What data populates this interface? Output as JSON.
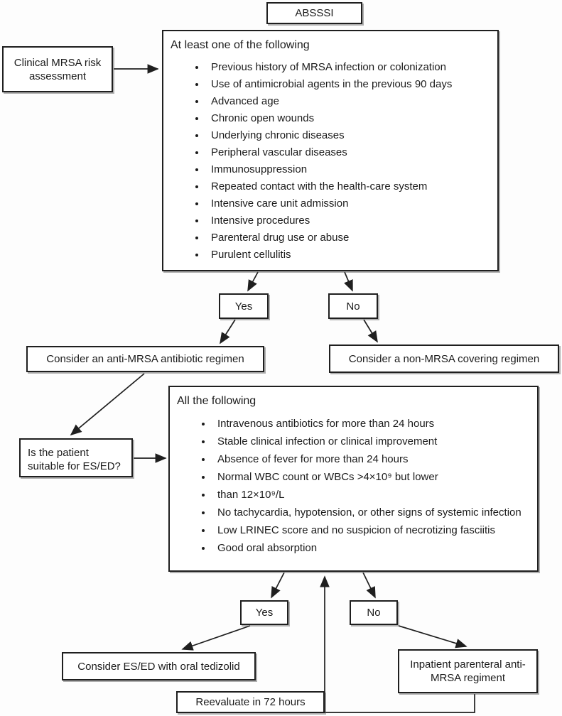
{
  "title_box": {
    "label": "ABSSSI"
  },
  "assessment_box": {
    "label": "Clinical MRSA risk assessment"
  },
  "criteria_box_1": {
    "heading": "At least one of the following",
    "items": [
      "Previous history of MRSA infection or colonization",
      "Use of antimicrobial agents in the previous 90 days",
      "Advanced age",
      "Chronic open wounds",
      "Underlying chronic diseases",
      "Peripheral vascular diseases",
      "Immunosuppression",
      "Repeated contact with the health-care system",
      "Intensive care unit admission",
      "Intensive procedures",
      "Parenteral drug use or abuse",
      "Purulent cellulitis"
    ]
  },
  "decision_1": {
    "yes": "Yes",
    "no": "No"
  },
  "anti_mrsa_box": {
    "label": "Consider an anti-MRSA antibiotic regimen"
  },
  "non_mrsa_box": {
    "label": "Consider a non-MRSA covering regimen"
  },
  "esed_question_box": {
    "label": "Is the patient suitable for ES/ED?"
  },
  "criteria_box_2": {
    "heading": "All the following",
    "items": [
      "Intravenous antibiotics for more than 24 hours",
      "Stable clinical infection or clinical improvement",
      "Absence of fever for more than 24 hours",
      "Normal WBC count or WBCs >4×10⁹ but lower",
      "than 12×10⁹/L",
      "No tachycardia, hypotension, or other signs of systemic infection",
      "Low LRINEC score and no suspicion of necrotizing fasciitis",
      "Good oral absorption"
    ]
  },
  "decision_2": {
    "yes": "Yes",
    "no": "No"
  },
  "tedizolid_box": {
    "label": "Consider ES/ED with oral tedizolid"
  },
  "inpatient_box": {
    "label": "Inpatient parenteral anti-MRSA regiment"
  },
  "reevaluate_box": {
    "label": "Reevaluate in 72 hours"
  },
  "colors": {
    "line": "#1f1f1f",
    "background": "#ffffff"
  }
}
